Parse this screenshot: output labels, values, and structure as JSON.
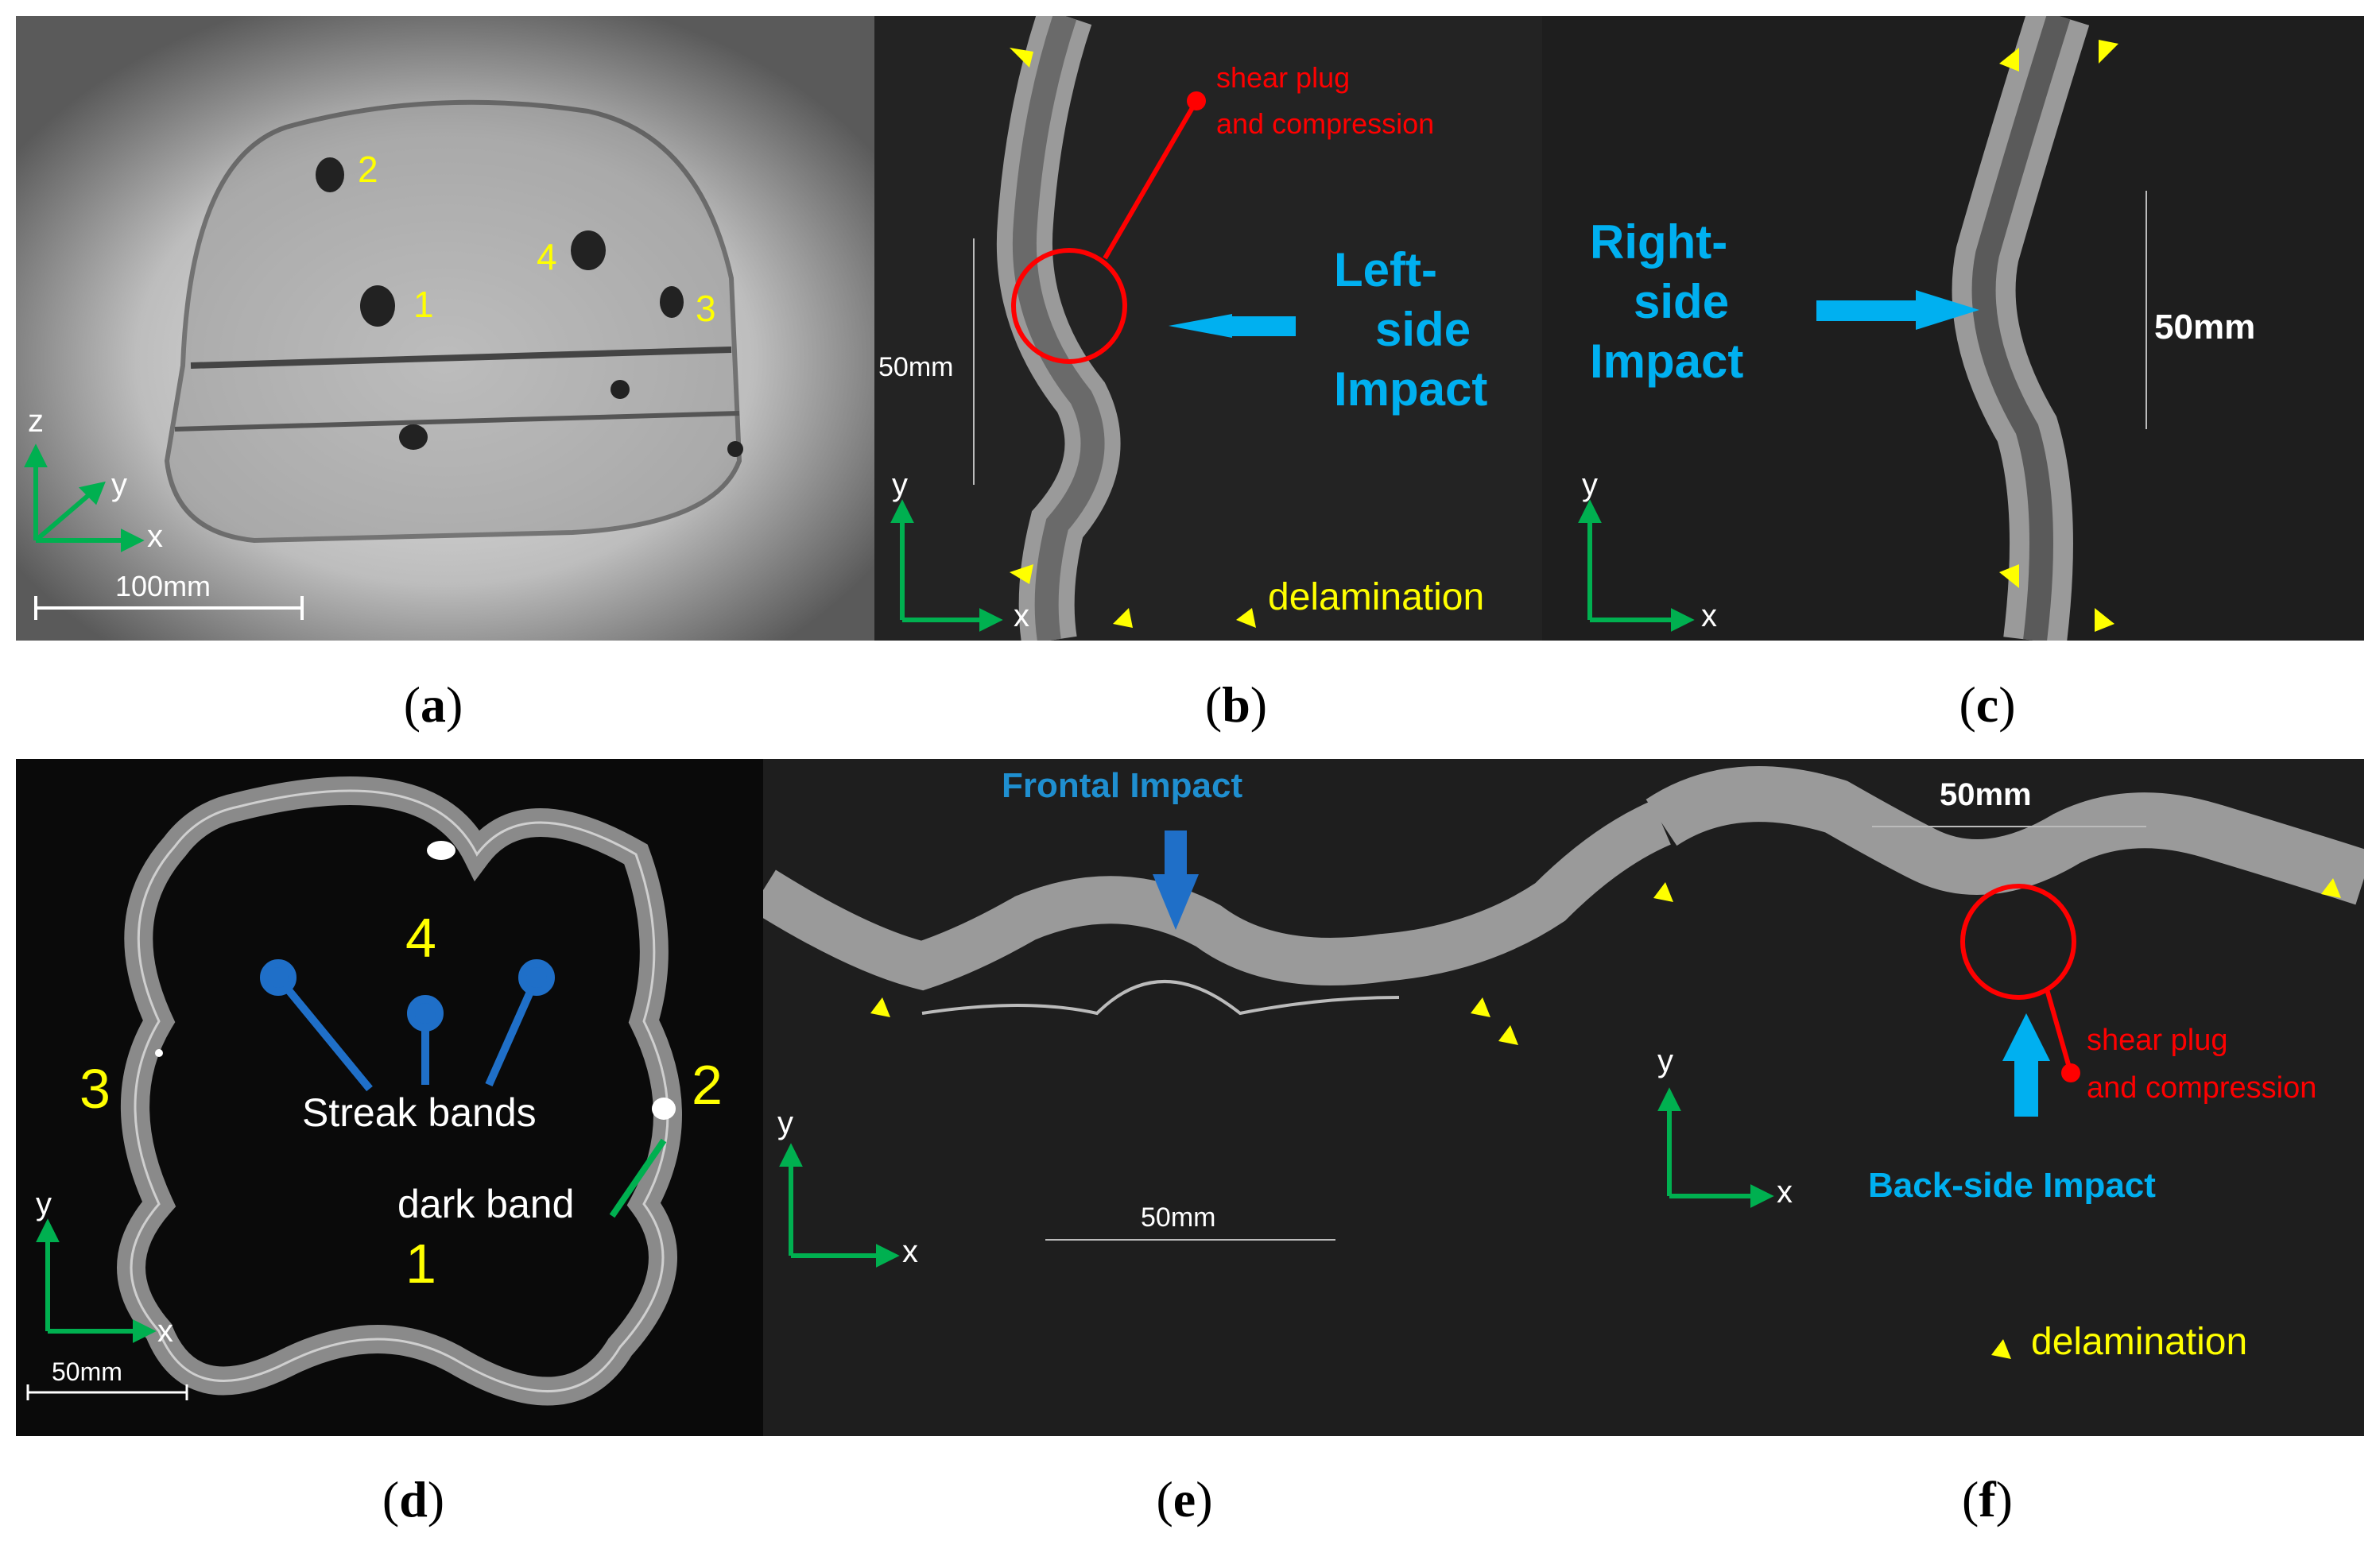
{
  "figure": {
    "captions": [
      "a",
      "b",
      "c",
      "d",
      "e",
      "f"
    ]
  },
  "panel_a": {
    "markers": [
      "1",
      "2",
      "3",
      "4"
    ],
    "axis": {
      "x": "x",
      "y": "y",
      "z": "z"
    },
    "scale": "100mm"
  },
  "panel_b": {
    "annotation_line1": "shear plug",
    "annotation_line2": "and compression",
    "impact_line1": "Left-",
    "impact_line2": "side",
    "impact_line3": "Impact",
    "scale": "50mm",
    "axis": {
      "x": "x",
      "y": "y"
    },
    "legend": "delamination"
  },
  "panel_c": {
    "impact_line1": "Right-",
    "impact_line2": "side",
    "impact_line3": "Impact",
    "scale": "50mm",
    "axis": {
      "x": "x",
      "y": "y"
    }
  },
  "panel_d": {
    "markers": [
      "1",
      "2",
      "3",
      "4"
    ],
    "streak": "Streak bands",
    "dark": "dark band",
    "axis": {
      "x": "x",
      "y": "y"
    },
    "scale": "50mm"
  },
  "panel_e": {
    "impact": "Frontal  Impact",
    "scale": "50mm",
    "axis": {
      "x": "x",
      "y": "y"
    }
  },
  "panel_f": {
    "scale": "50mm",
    "annotation_line1": "shear plug",
    "annotation_line2": "and compression",
    "impact": "Back-side Impact",
    "axis": {
      "x": "x",
      "y": "y"
    },
    "legend": "delamination"
  },
  "colors": {
    "yellow": "#ffff00",
    "blue": "#00b0f0",
    "red": "#ff0000",
    "green": "#00b050"
  }
}
